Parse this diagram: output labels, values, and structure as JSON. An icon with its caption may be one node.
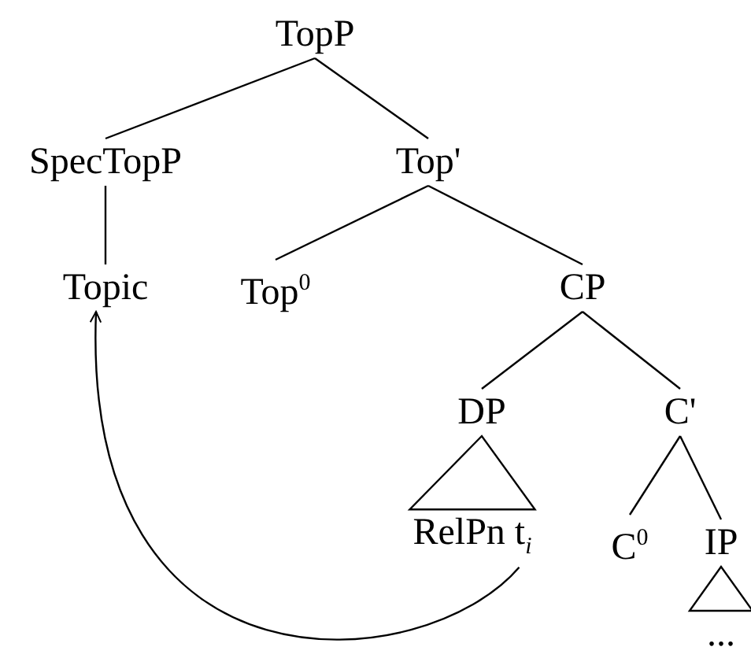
{
  "diagram": {
    "nodes": [
      {
        "text": [
          "TopP"
        ]
      },
      {
        "text": [
          "SpecTopP"
        ]
      },
      {
        "text": [
          "Top'"
        ]
      },
      {
        "text": [
          "Topic"
        ]
      },
      {
        "text": [
          "Top$^{0}$"
        ]
      },
      {
        "text": [
          "CP"
        ]
      },
      {
        "text": [
          "DP"
        ]
      },
      {
        "text": [
          "C'"
        ]
      },
      {
        "text": [
          "RelPn t$_{i}$"
        ]
      },
      {
        "text": [
          "C$^{0}$"
        ]
      },
      {
        "text": [
          "IP"
        ]
      },
      {
        "text": [
          "..."
        ]
      }
    ],
    "edges": [
      {
        "from": 0,
        "to": 1,
        "arrow": "none"
      },
      {
        "from": 0,
        "to": 2,
        "arrow": "none"
      },
      {
        "from": 1,
        "to": 3,
        "arrow": "none"
      },
      {
        "from": 2,
        "to": 4,
        "arrow": "none"
      },
      {
        "from": 2,
        "to": 5,
        "arrow": "none"
      },
      {
        "from": 5,
        "to": 6,
        "arrow": "none"
      },
      {
        "from": 5,
        "to": 7,
        "arrow": "none"
      },
      {
        "from": 6,
        "to": 8,
        "arrow": "none"
      },
      {
        "from": 7,
        "to": 9,
        "arrow": "none"
      },
      {
        "from": 7,
        "to": 10,
        "arrow": "none"
      },
      {
        "from": 10,
        "to": 11,
        "arrow": "none"
      },
      {
        "from": 8,
        "to": 3,
        "arrow": "to"
      }
    ]
  }
}
